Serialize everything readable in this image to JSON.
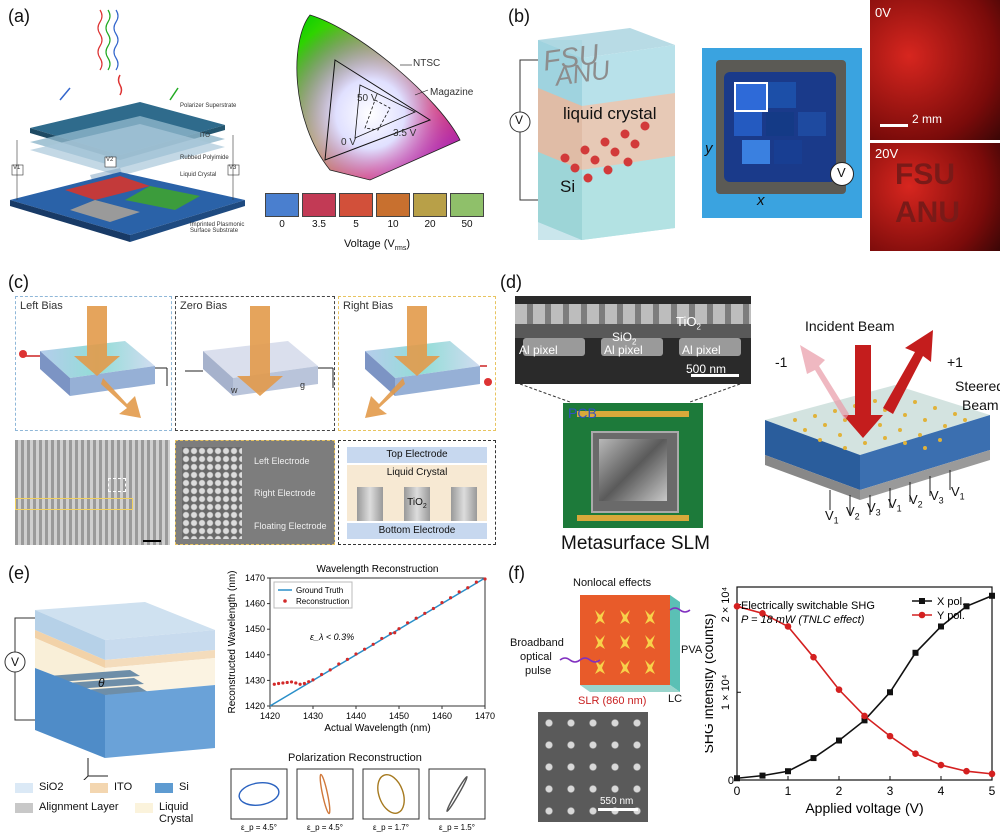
{
  "panels": {
    "a": {
      "label": "(a)",
      "layers": [
        "Polarizer Superstrate",
        "ITO",
        "Rubbed Polyimide",
        "Liquid Crystal",
        "Imprinted Plasmonic Surface Substrate"
      ],
      "voltages": [
        "V1",
        "V2",
        "V3"
      ],
      "cie": {
        "ntsc": "NTSC",
        "magazine": "Magazine",
        "v50": "50 V",
        "v35": "3.5 V",
        "v0": "0 V"
      },
      "swatches": [
        {
          "value": "0",
          "color": "#4a7fcf"
        },
        {
          "value": "3.5",
          "color": "#c23a55"
        },
        {
          "value": "5",
          "color": "#d2503a"
        },
        {
          "value": "10",
          "color": "#c8702f"
        },
        {
          "value": "20",
          "color": "#b8a048"
        },
        {
          "value": "50",
          "color": "#8fc06a"
        }
      ],
      "swatch_axis": "Voltage (V",
      "swatch_axis_sub": "rms",
      "swatch_axis_end": ")"
    },
    "b": {
      "label": "(b)",
      "fsu": "FSU",
      "anu": "ANU",
      "lc": "liquid crystal",
      "si": "Si",
      "v": "V",
      "axis_x": "x",
      "axis_y": "y",
      "v0": "0V",
      "v20": "20V",
      "scale": "2 mm"
    },
    "c": {
      "label": "(c)",
      "left_bias": "Left Bias",
      "zero_bias": "Zero Bias",
      "right_bias": "Right Bias",
      "w": "w",
      "g": "g",
      "left_electrode": "Left Electrode",
      "right_electrode": "Right Electrode",
      "floating_electrode": "Floating Electrode",
      "top_electrode": "Top Electrode",
      "liquid_crystal": "Liquid Crystal",
      "tio2": "TiO",
      "tio2_sub": "2",
      "bottom_electrode": "Bottom Electrode"
    },
    "d": {
      "label": "(d)",
      "tio2": "TiO",
      "tio2_sub": "2",
      "sio2": "SiO",
      "sio2_sub": "2",
      "al_pixel": "Al pixel",
      "scale": "500 nm",
      "pcb": "PCB",
      "title": "Metasurface SLM",
      "incident": "Incident Beam",
      "steered_1": "Steered",
      "steered_2": "Beam",
      "plus1": "+1",
      "minus1": "-1",
      "vlabels": [
        "V1",
        "V2",
        "V3",
        "V1",
        "V2",
        "V3",
        "V1"
      ]
    },
    "e": {
      "label": "(e)",
      "v": "V",
      "theta": "θ",
      "legend": [
        {
          "label": "SiO2",
          "color": "#dbe9f6"
        },
        {
          "label": "ITO",
          "color": "#f3d6b0"
        },
        {
          "label": "Si",
          "color": "#5e9bd1"
        },
        {
          "label": "Alignment Layer",
          "color": "#c8c8c8"
        },
        {
          "label": "Liquid Crystal",
          "color": "#fbf3dc"
        }
      ],
      "pol_title": "Polarization Reconstruction",
      "pol_errors": [
        "ε_p = 4.5°",
        "ε_p = 4.5°",
        "ε_p = 1.7°",
        "ε_p = 1.5°"
      ]
    },
    "f": {
      "label": "(f)",
      "nonlocal": "Nonlocal effects",
      "broadband": "Broadband",
      "optical": "optical",
      "pulse": "pulse",
      "pva": "PVA",
      "lc": "LC",
      "slr": "SLR (860 nm)",
      "scale": "550 nm"
    }
  },
  "chart_data": [
    {
      "type": "line",
      "title": "Wavelength Reconstruction",
      "xlabel": "Actual Wavelength (nm)",
      "ylabel": "Reconstructed Wavelength (nm)",
      "xlim": [
        1420,
        1470
      ],
      "ylim": [
        1420,
        1470
      ],
      "xticks": [
        1420,
        1430,
        1440,
        1450,
        1460,
        1470
      ],
      "yticks": [
        1420,
        1430,
        1440,
        1450,
        1460,
        1470
      ],
      "annotation": "ε_λ < 0.3%",
      "legend": "top-left",
      "series": [
        {
          "name": "Ground Truth",
          "color": "#2a8fc9",
          "x": [
            1420,
            1470
          ],
          "y": [
            1420,
            1470
          ]
        },
        {
          "name": "Reconstruction",
          "color": "#d22a2a",
          "x": [
            1421,
            1422,
            1423,
            1424,
            1425,
            1426,
            1427,
            1428,
            1429,
            1430,
            1432,
            1434,
            1436,
            1438,
            1440,
            1442,
            1444,
            1446,
            1448,
            1449,
            1450,
            1452,
            1454,
            1456,
            1458,
            1460,
            1462,
            1464,
            1466,
            1468,
            1470
          ],
          "y": [
            1428.5,
            1428.8,
            1429,
            1429.2,
            1429.4,
            1429,
            1428.5,
            1428.8,
            1429.5,
            1430.2,
            1432.3,
            1434.1,
            1436.4,
            1438.2,
            1440.3,
            1442.2,
            1444.1,
            1446.4,
            1448.3,
            1448.6,
            1450.2,
            1452.5,
            1454.3,
            1456.2,
            1458.1,
            1460.4,
            1462.3,
            1464.6,
            1466.2,
            1468.4,
            1469.6
          ]
        }
      ]
    },
    {
      "type": "line",
      "title": "",
      "annotation_1": "Electrically switchable SHG",
      "annotation_2": "P = 18 mW (TNLC effect)",
      "xlabel": "Applied voltage (V)",
      "ylabel": "SHG intensity (counts)",
      "xlim": [
        0,
        5
      ],
      "ylim": [
        0,
        22000
      ],
      "xticks": [
        0,
        1,
        2,
        3,
        4,
        5
      ],
      "ytick_labels": [
        "0",
        "1 × 10⁴",
        "2 × 10⁴"
      ],
      "ytick_values": [
        0,
        10000,
        20000
      ],
      "legend": "top-right",
      "series": [
        {
          "name": "X pol.",
          "color": "#111111",
          "marker": "square",
          "x": [
            0,
            0.5,
            1,
            1.5,
            2,
            2.5,
            3,
            3.5,
            4,
            4.5,
            5
          ],
          "y": [
            200,
            500,
            1000,
            2500,
            4500,
            6800,
            10000,
            14500,
            17500,
            19800,
            21000
          ]
        },
        {
          "name": "Y pol.",
          "color": "#d42020",
          "marker": "circle",
          "x": [
            0,
            0.5,
            1,
            1.5,
            2,
            2.5,
            3,
            3.5,
            4,
            4.5,
            5
          ],
          "y": [
            19800,
            19000,
            17500,
            14000,
            10300,
            7300,
            5000,
            3000,
            1700,
            1000,
            700
          ]
        }
      ]
    }
  ]
}
